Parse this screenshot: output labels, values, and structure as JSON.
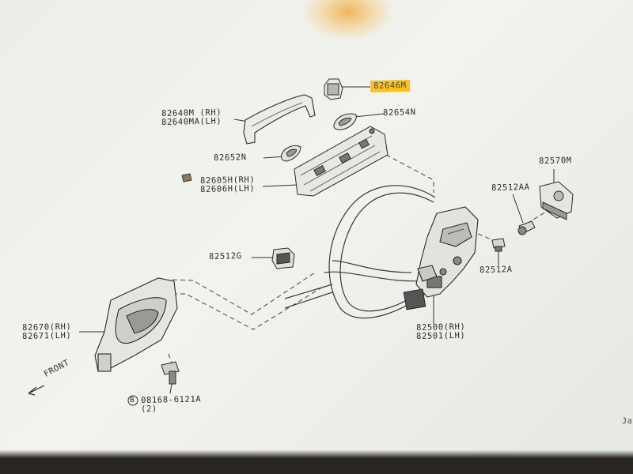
{
  "diagram": {
    "labels": {
      "p82646M": "82646M",
      "p82654N": "82654N",
      "p82640M": "82640M (RH)",
      "p82640MA": "82640MA(LH)",
      "p82652N": "82652N",
      "p82605H": "82605H(RH)",
      "p82606H": "82606H(LH)",
      "p82570M": "82570M",
      "p82512AA": "82512AA",
      "p82512G": "82512G",
      "p82512A": "82512A",
      "p82670": "82670(RH)",
      "p82671": "82671(LH)",
      "p82500": "82500(RH)",
      "p82501": "82501(LH)",
      "bolt_code": "08168-6121A",
      "bolt_qty": "(2)",
      "bolt_prefix": "B",
      "front": "FRONT"
    },
    "corner_text": "Ja",
    "highlight_color": "#f6c22a"
  }
}
